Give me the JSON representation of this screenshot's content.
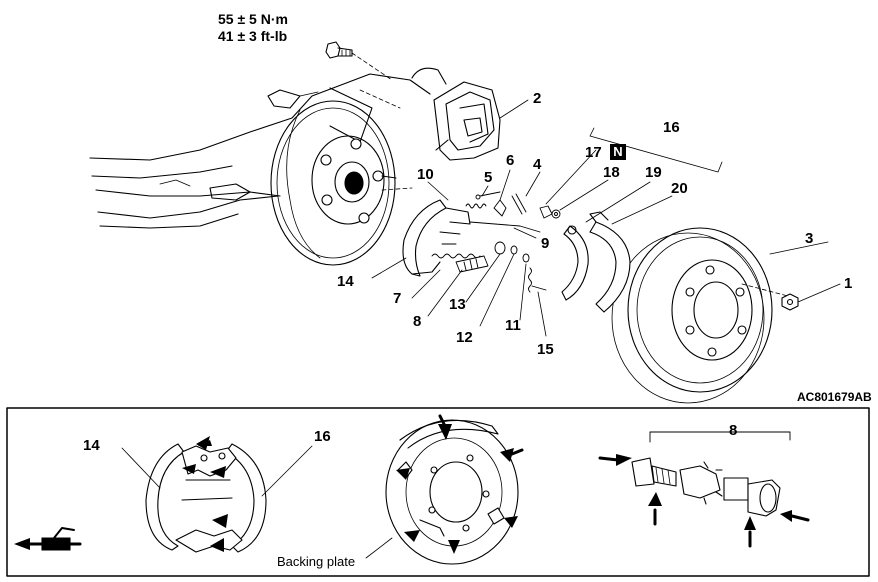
{
  "torque_spec": {
    "line1": "55 ± 5 N·m",
    "line2": "41 ± 3 ft-lb"
  },
  "callouts": {
    "c1": "1",
    "c2": "2",
    "c3": "3",
    "c4": "4",
    "c5": "5",
    "c6": "6",
    "c7": "7",
    "c8": "8",
    "c9": "9",
    "c10": "10",
    "c11": "11",
    "c12": "12",
    "c13": "13",
    "c14": "14",
    "c15": "15",
    "c16": "16",
    "c17": "17",
    "c18": "18",
    "c19": "19",
    "c20": "20"
  },
  "n_badge": "N",
  "figure_code": "AC801679AB",
  "detail": {
    "label_14": "14",
    "label_16": "16",
    "label_8": "8",
    "backing_plate": "Backing plate"
  },
  "colors": {
    "line": "#000000",
    "background": "#ffffff"
  },
  "icons": [
    "grease-gun-icon",
    "arrow-icon"
  ]
}
